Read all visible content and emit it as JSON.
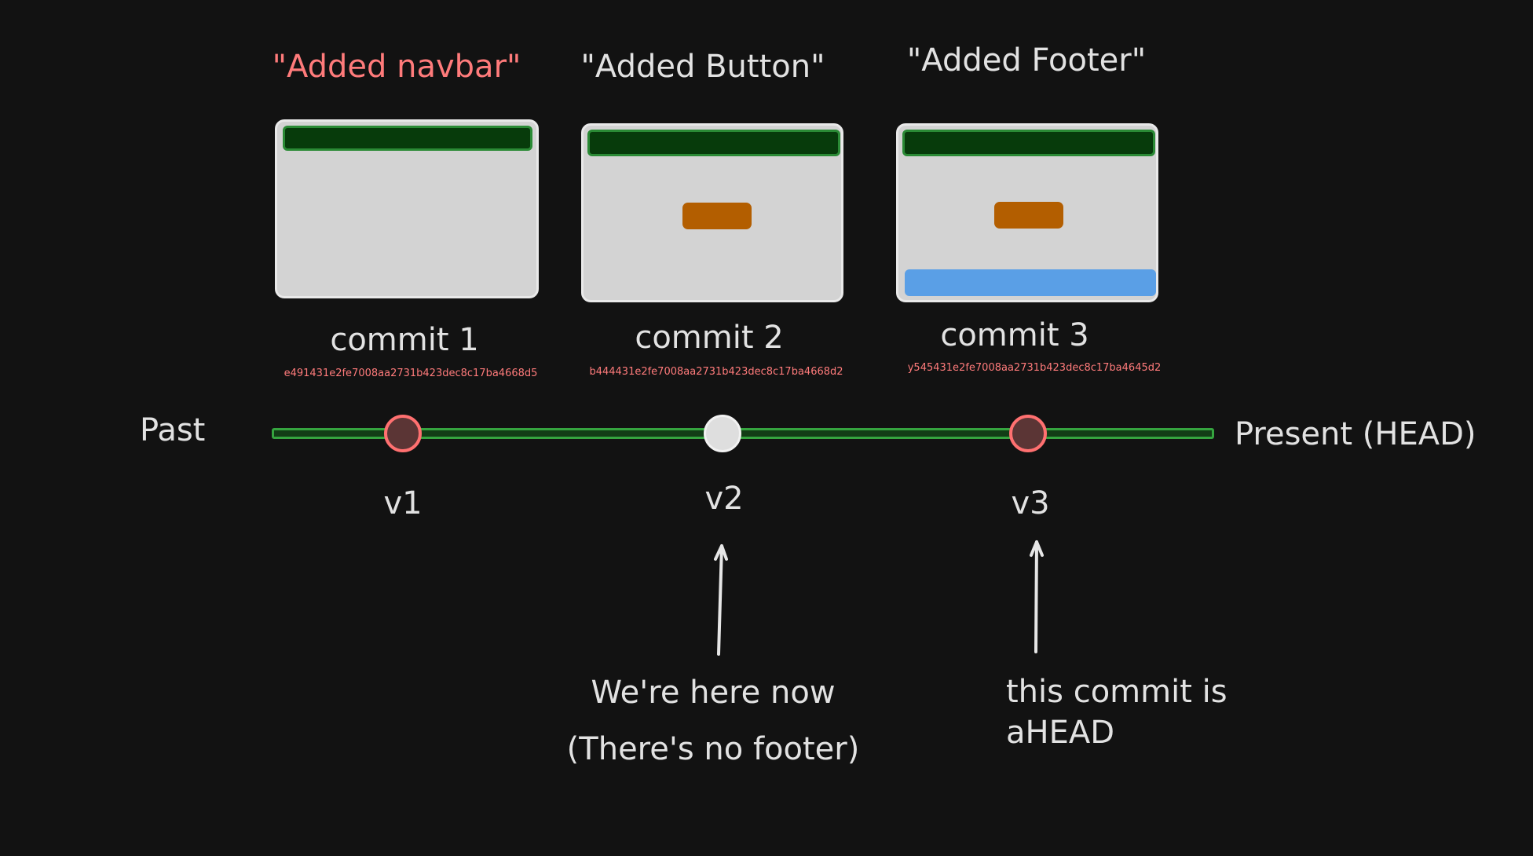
{
  "commits": [
    {
      "message": "\"Added navbar\"",
      "message_highlight": true,
      "label": "commit 1",
      "hash": "e491431e2fe7008aa2731b423dec8c17ba4668d5",
      "version": "v1",
      "dot_highlight": true,
      "has_button": false,
      "has_footer": false
    },
    {
      "message": "\"Added Button\"",
      "message_highlight": false,
      "label": "commit 2",
      "hash": "b444431e2fe7008aa2731b423dec8c17ba4668d2",
      "version": "v2",
      "dot_highlight": false,
      "has_button": true,
      "has_footer": false
    },
    {
      "message": "\"Added Footer\"",
      "message_highlight": false,
      "label": "commit 3",
      "hash": "y545431e2fe7008aa2731b423dec8c17ba4645d2",
      "version": "v3",
      "dot_highlight": true,
      "has_button": true,
      "has_footer": true
    }
  ],
  "timeline": {
    "start_label": "Past",
    "end_label": "Present (HEAD)"
  },
  "notes": {
    "current": {
      "line1": "We're here now",
      "line2": "(There's no footer)"
    },
    "ahead": {
      "line1": "this commit is",
      "line2": "aHEAD"
    }
  },
  "colors": {
    "background": "#121212",
    "text": "#e2e2e2",
    "highlight": "#ff7b7b",
    "navbar": "#073b0b",
    "navbar_border": "#2a8a35",
    "button": "#b35e00",
    "footer": "#5a9fe6",
    "window": "#d3d3d3",
    "timeline": "#35a43f"
  }
}
